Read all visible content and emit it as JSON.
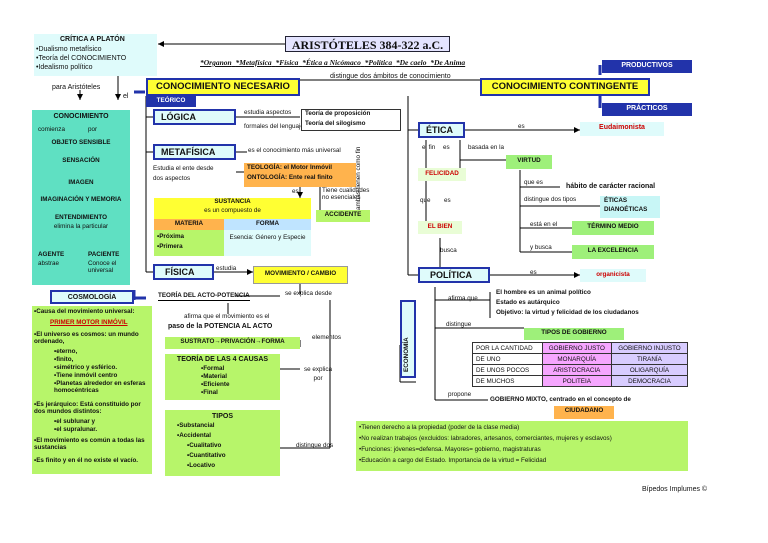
{
  "title": "ARISTÓTELES 384-322 a.C.",
  "works": [
    "*Organon",
    "*Metafísica",
    "*Física",
    "*Ética a Nicómaco",
    "*Política",
    "*De caelo",
    "*De Anima"
  ],
  "critica": {
    "title": "CRÍTICA A PLATÓN",
    "items": [
      "•Dualismo metafísico",
      "•Teoría del CONOCIMIENTO",
      "•Idealismo político"
    ]
  },
  "para_aristoteles": "para Aristóteles",
  "el": "el",
  "conocimiento_necesario": "CONOCIMIENTO NECESARIO",
  "conocimiento_contingente": "CONOCIMIENTO CONTINGENTE",
  "distingue_ambitos": "distingue dos ámbitos de conocimiento",
  "teorico": "TEÓRICO",
  "productivos": "PRODUCTIVOS",
  "practicos": "PRÁCTICOS",
  "conocimiento_box": {
    "title": "CONOCIMIENTO",
    "comienza": "comienza",
    "por": "por",
    "steps": [
      "OBJETO SENSIBLE",
      "SENSACIÓN",
      "IMAGEN",
      "IMAGINACIÓN Y MEMORIA",
      "ENTENDIMIENTO"
    ],
    "elimina": "elimina la particular",
    "agente": "AGENTE",
    "abstrae": "abstrae",
    "paciente": "PACIENTE",
    "conoce": "Conoce el universal"
  },
  "logica": {
    "label": "LÓGICA",
    "estudia": "estudia aspectos",
    "formales": "formales del lenguaje en",
    "teoria_prop": "Teoría de proposición",
    "teoria_silog": "Teoría del silogismo"
  },
  "metafisica": {
    "label": "METAFÍSICA",
    "es": "es el conocimiento más universal",
    "estudia": "Estudia el ente desde",
    "dos_aspectos": "dos aspectos",
    "teologia": "TEOLOGÍA: el Motor Inmóvil",
    "ontologia": "ONTOLOGÍA: Ente real finito",
    "es2": "es",
    "tiene": "Tiene cualidades no esenciales",
    "accidente": "ACCIDENTE"
  },
  "sustancia": {
    "title": "SUSTANCIA",
    "sub": "es un compuesto de",
    "materia": "MATERIA",
    "forma": "FORMA",
    "proxima": "•Próxima",
    "primera": "•Primera",
    "esencia": "Esencia: Género y Especie"
  },
  "fisica": {
    "label": "FÍSICA",
    "estudia": "estudia",
    "movimiento": "MOVIMIENTO / CAMBIO",
    "teoria_acto": "TEORÍA DEL ACTO-POTENCIA",
    "explica": "se explica desde",
    "afirma": "afirma que el movimiento es el",
    "paso": "paso de la POTENCIA AL ACTO",
    "elementos": "elementos",
    "sustrato": "SUSTRATO→PRIVACIÓN→FORMA",
    "cuatro_causas": "TEORÍA DE LAS 4 CAUSAS",
    "causas": [
      "•Formal",
      "•Material",
      "•Eficiente",
      "•Final"
    ],
    "se_explica_por": "se explica por",
    "tipos_title": "TIPOS",
    "tipos": [
      "•Substancial",
      "•Accidental",
      "•Cualitativo",
      "•Cuantitativo",
      "•Locativo"
    ],
    "distingue_dos": "distingue dos"
  },
  "cosmologia": {
    "label": "COSMOLOGÍA",
    "causa": "•Causa del movimiento universal:",
    "primer_motor": "PRIMER MOTOR INMÓVIL",
    "universo": "•El universo es cosmos: un mundo ordenado,",
    "props": [
      "•eterno,",
      "•finito,",
      "•simétrico y esférico.",
      "•Tiene inmóvil centro",
      "•Planetas alrededor en esferas homocéntricas"
    ],
    "jerarquico": "•Es jerárquico: Está constituido por dos mundos distintos:",
    "mundos": [
      "•el sublunar y",
      "•el supralunar."
    ],
    "comun": "•El movimiento es común a todas las sustancias",
    "finito": "•Es finito y en él no existe el vacío."
  },
  "etica": {
    "label": "ÉTICA",
    "es": "es",
    "eudaimonista": "Eudaimonista",
    "el_fin": "el fin",
    "es2": "es",
    "felicidad": "FELICIDAD",
    "que": "que",
    "es3": "es",
    "el_bien": "EL BIEN",
    "basada": "basada en la",
    "virtud": "VIRTUD",
    "que_es": "que es",
    "habito": "hábito de carácter racional",
    "distingue_tipos": "distingue dos tipos",
    "eticas": "ÉTICAS",
    "dianoeticas": "DIANOÉTICAS",
    "esta_en": "está en el",
    "termino": "TÉRMINO MEDIO",
    "busca": "y busca",
    "excelencia": "LA EXCELENCIA",
    "busca2": "busca"
  },
  "ambas": "ambas tienen como fin",
  "economia": "ECONOMÍA",
  "politica": {
    "label": "POLÍTICA",
    "es": "es",
    "organicista": "organicista",
    "afirma": "afirma que",
    "statements": [
      "El hombre es un animal político",
      "Estado es autárquico",
      "Objetivo: la virtud y felicidad de los ciudadanos"
    ],
    "distingue": "distingue",
    "tipos_gobierno": "TIPOS DE GOBIERNO",
    "gov_headers": [
      "POR LA CANTIDAD",
      "GOBIERNO JUSTO",
      "GOBIERNO INJUSTO"
    ],
    "gov_rows": [
      [
        "DE UNO",
        "MONARQUÍA",
        "TIRANÍA"
      ],
      [
        "DE UNOS POCOS",
        "ARISTOCRACIA",
        "OLIGARQUÍA"
      ],
      [
        "DE MUCHOS",
        "POLITEIA",
        "DEMOCRACIA"
      ]
    ],
    "propone": "propone",
    "gobierno_mixto": "GOBIERNO MIXTO, centrado en el concepto de",
    "ciudadano": "CIUDADANO",
    "ciudadano_notes": [
      "•Tienen derecho a la propiedad (poder de la clase media)",
      "•No realizan trabajos (excluidos: labradores, artesanos, comerciantes, mujeres y esclavos)",
      "•Funciones: jóvenes=defensa. Mayores= gobierno, magistraturas",
      "•Educación a cargo del Estado. Importancia de la virtud = Felicidad"
    ]
  },
  "credit": "Bípedos Implumes ©"
}
